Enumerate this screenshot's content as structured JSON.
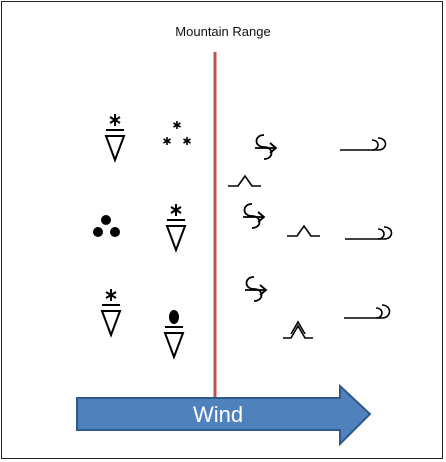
{
  "title": "Mountain Range",
  "wind_label": "Wind",
  "colors": {
    "mountain_line": "#c0504d",
    "arrow_fill": "#4f81bd",
    "arrow_stroke": "#2e5a8a",
    "symbol": "#000000"
  },
  "windward_symbols": [
    "snow-shower-symbol",
    "snow-symbol",
    "rain-symbol",
    "snow-shower-symbol",
    "snow-shower-symbol",
    "rain-shower-symbol"
  ],
  "leeward_symbols": [
    "funnel-cloud-symbol",
    "altocumulus-symbol",
    "cirrus-symbol",
    "funnel-cloud-symbol",
    "altocumulus-symbol",
    "cirrus-symbol",
    "funnel-cloud-symbol",
    "altocumulus-symbol",
    "cirrus-symbol"
  ]
}
